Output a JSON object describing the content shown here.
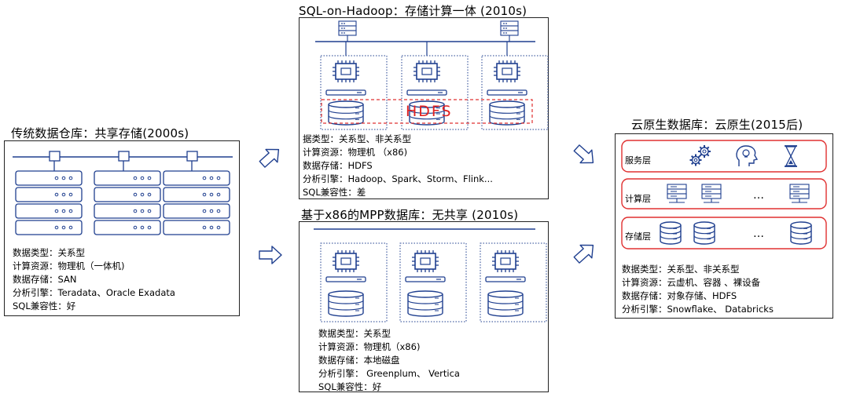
{
  "traditional": {
    "title": "传统数据仓库：共享存储(2000s)",
    "info": [
      "数据类型：关系型",
      "计算资源：物理机（一体机)",
      "数据存储：SAN",
      "分析引擎：Teradata、Oracle Exadata",
      "SQL兼容性：好"
    ]
  },
  "sql_on_hadoop": {
    "title": "SQL-on-Hadoop：存储计算一体 (2010s)",
    "hdfs_label": "HDFS",
    "info": [
      "据类型：关系型、非关系型",
      "计算资源：物理机 （x86)",
      "数据存储：HDFS",
      "分析引擎：Hadoop、Spark、Storm、Flink...",
      "SQL兼容性：差"
    ]
  },
  "mpp": {
    "title": "基于x86的MPP数据库：无共享 (2010s)",
    "info": [
      "数据类型：关系型",
      "计算资源：物理机（x86)",
      "数据存储：本地磁盘",
      "分析引擎： Greenplum、 Vertica",
      "SQL兼容性：好"
    ]
  },
  "cloud_native": {
    "title": "云原生数据库：云原生(2015后)",
    "layers": [
      {
        "label": "服务层"
      },
      {
        "label": "计算层",
        "ellipsis": "…"
      },
      {
        "label": "存储层",
        "ellipsis": "…"
      }
    ],
    "info": [
      "数据类型：关系型、非关系型",
      "计算资源：云虚机、容器 、裸设备",
      "数据存储：对象存储、HDFS",
      "分析引擎：Snowflake、 Databricks"
    ]
  },
  "colors": {
    "line": "#1f3f8f",
    "red": "#e03030",
    "arrow": "#1f3f8f",
    "border": "#222222"
  }
}
